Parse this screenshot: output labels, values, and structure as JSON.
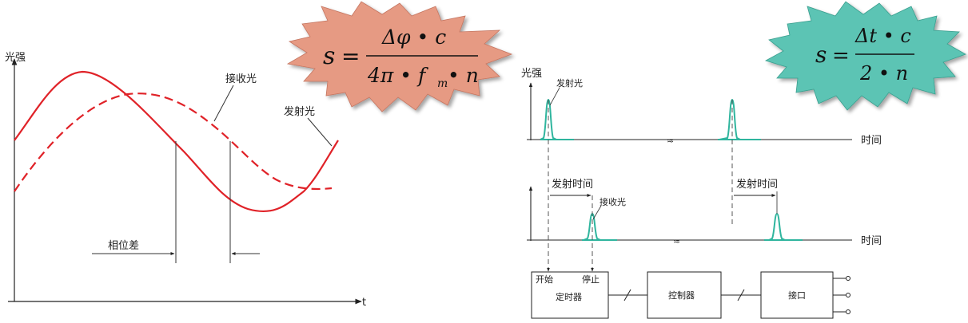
{
  "left_diagram": {
    "y_axis_label": "光强",
    "x_axis_label": "t",
    "received_label": "接收光",
    "emitted_label": "发射光",
    "phase_label": "相位差",
    "formula": {
      "lhs": "s",
      "eq": "=",
      "numerator": "Δφ • c",
      "denominator": "4π • f",
      "denominator_sub": "m",
      "denominator_tail": " • n"
    }
  },
  "right_diagram": {
    "y_axis_label": "光强",
    "emitted_pulse_label": "发射光",
    "received_pulse_label": "接收光",
    "time_label_top": "时间",
    "time_label_bottom": "时间",
    "emit_time_label_1": "发射时间",
    "emit_time_label_2": "发射时间",
    "timer_start": "开始",
    "timer_stop": "停止",
    "timer_block": "定时器",
    "controller_block": "控制器",
    "interface_block": "接口",
    "formula": {
      "lhs": "s",
      "eq": "=",
      "numerator": "Δt • c",
      "denominator": "2 • n"
    }
  },
  "colors": {
    "sine_red": "#e02228",
    "pulse_teal": "#2fb59e",
    "burst_left": "#e69a83",
    "burst_right": "#5cc4b4",
    "axis": "#222222"
  }
}
